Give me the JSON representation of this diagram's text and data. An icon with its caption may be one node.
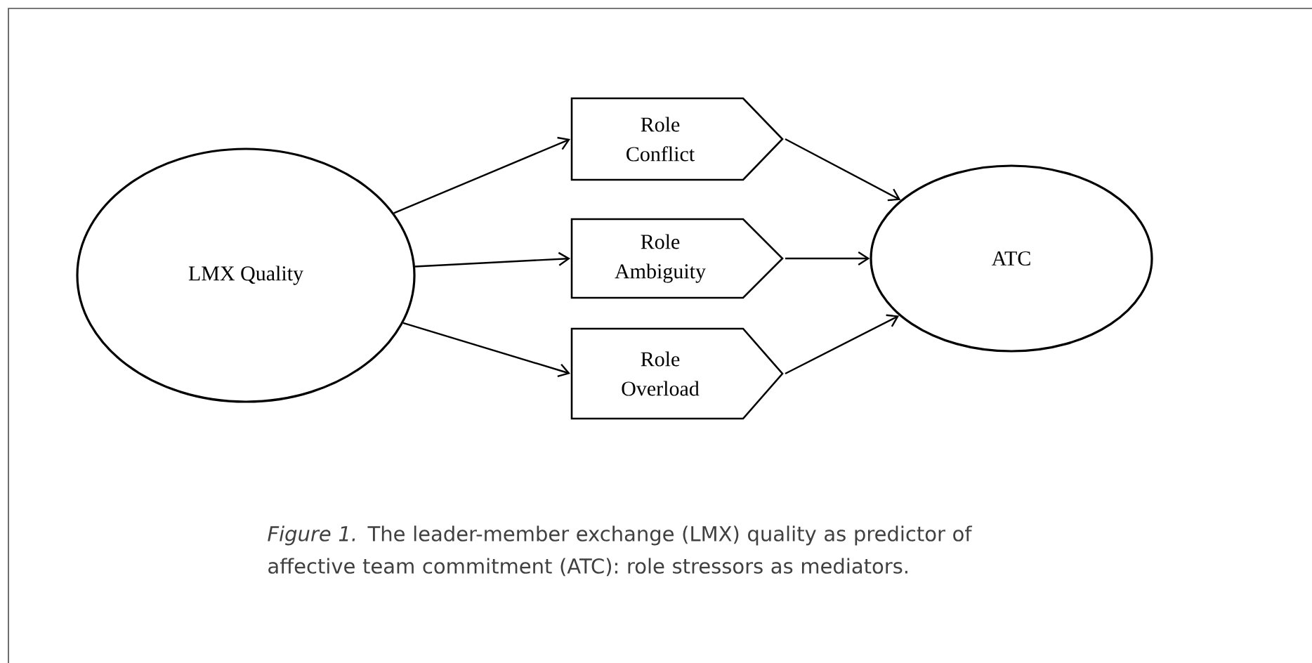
{
  "diagram": {
    "caption": "*Figure 1.* The leader-member exchange (LMX) quality as predictor of affective team commitment (ATC): role stressors as mediators.",
    "nodes": [
      {
        "text": [
          "LMX Quality"
        ]
      },
      {
        "text": [
          "Role Conflict"
        ]
      },
      {
        "text": [
          "Role Ambiguity"
        ]
      },
      {
        "text": [
          "Role Overload"
        ]
      },
      {
        "text": [
          "ATC"
        ]
      }
    ],
    "edges": [
      {
        "from": 0,
        "to": 1,
        "arrow": "to"
      },
      {
        "from": 0,
        "to": 2,
        "arrow": "to"
      },
      {
        "from": 0,
        "to": 3,
        "arrow": "to"
      },
      {
        "from": 1,
        "to": 4,
        "arrow": "to"
      },
      {
        "from": 2,
        "to": 4,
        "arrow": "to"
      },
      {
        "from": 3,
        "to": 4,
        "arrow": "to"
      }
    ]
  }
}
